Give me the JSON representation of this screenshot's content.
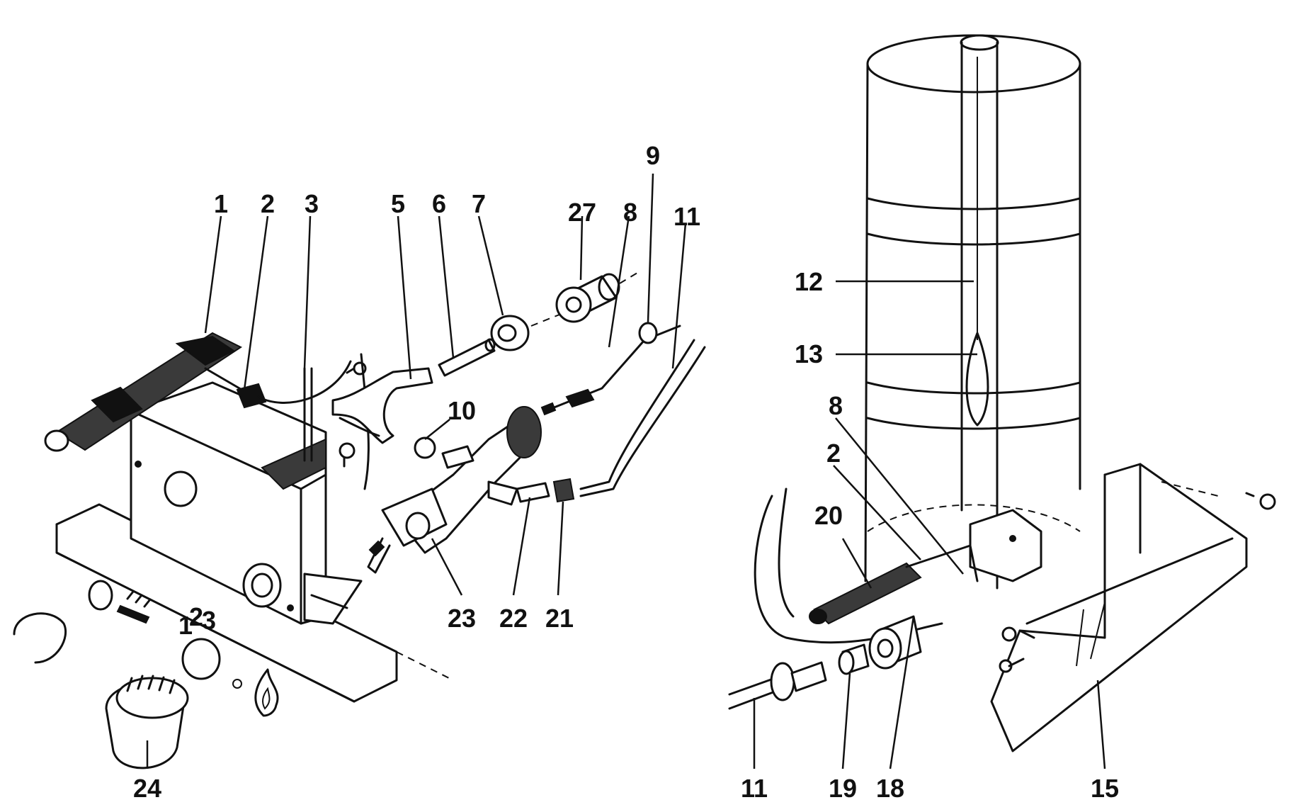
{
  "colors": {
    "ink": "#111111",
    "background": "#ffffff"
  },
  "left_assembly": {
    "labels": [
      "1",
      "2",
      "3",
      "5",
      "6",
      "7",
      "27",
      "8",
      "9",
      "11",
      "10",
      "23",
      "22",
      "21",
      "24"
    ],
    "panel_markings": [
      "1",
      "2",
      "3"
    ]
  },
  "right_assembly": {
    "labels": [
      "12",
      "13",
      "8",
      "2",
      "20",
      "11",
      "19",
      "18",
      "15"
    ]
  },
  "icons": [
    "flame-icon",
    "control-knob",
    "lever-icon"
  ]
}
